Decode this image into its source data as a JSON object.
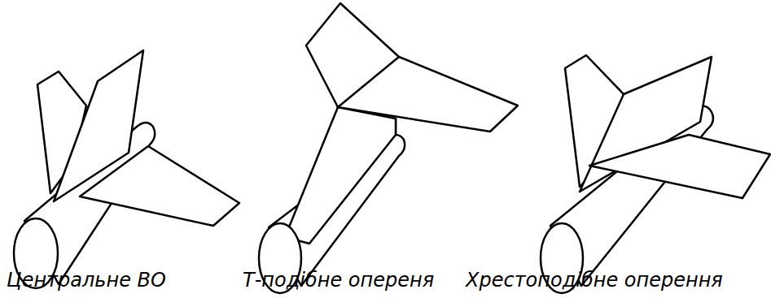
{
  "diagram": {
    "labels": [
      "Центральне ВО",
      "Т-подібне опереня",
      "Хрестоподібне оперення"
    ]
  }
}
